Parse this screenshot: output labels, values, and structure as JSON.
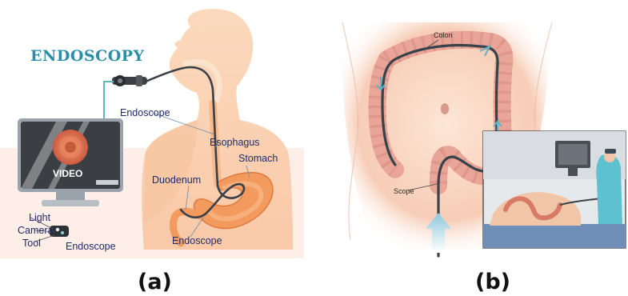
{
  "panel_a": {
    "title": "ENDOSCOPY",
    "labels": {
      "endoscope_top": "Endoscope",
      "esophagus": "Esophagus",
      "stomach": "Stomach",
      "duodenum": "Duodenum",
      "endoscope_bottom": "Endoscope",
      "light": "Light",
      "camera": "Camera",
      "tool": "Tool",
      "endoscope_tip": "Endoscope",
      "video": "VIDEO"
    },
    "caption": "(a)"
  },
  "panel_b": {
    "labels": {
      "colon": "Colon",
      "scope": "Scope"
    },
    "caption": "(b)"
  },
  "colors": {
    "title": "#2a8fa6",
    "label": "#1f2a6b",
    "body_skin": "#fbd2b0",
    "colon": "#e8a598",
    "scope": "#37424a",
    "arrow": "#5fb3c9"
  }
}
